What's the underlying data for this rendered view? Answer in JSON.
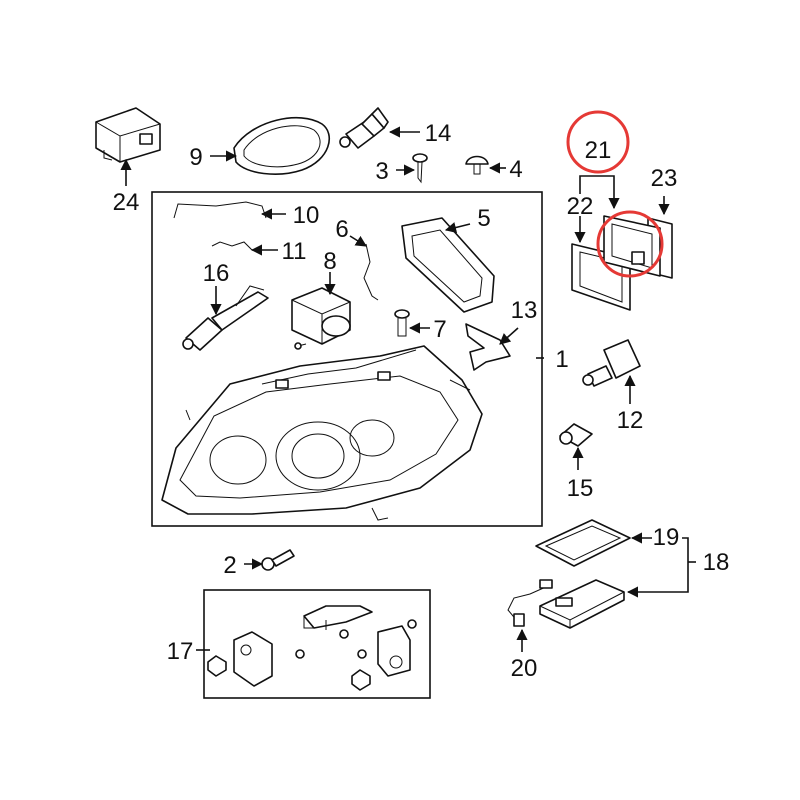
{
  "diagram": {
    "callouts": {
      "c1": "1",
      "c2": "2",
      "c3": "3",
      "c4": "4",
      "c5": "5",
      "c6": "6",
      "c7": "7",
      "c8": "8",
      "c9": "9",
      "c10": "10",
      "c11": "11",
      "c12": "12",
      "c13": "13",
      "c14": "14",
      "c15": "15",
      "c16": "16",
      "c17": "17",
      "c18": "18",
      "c19": "19",
      "c20": "20",
      "c21": "21",
      "c22": "22",
      "c23": "23",
      "c24": "24"
    },
    "highlight_color": "#e53935",
    "line_color": "#111111"
  }
}
